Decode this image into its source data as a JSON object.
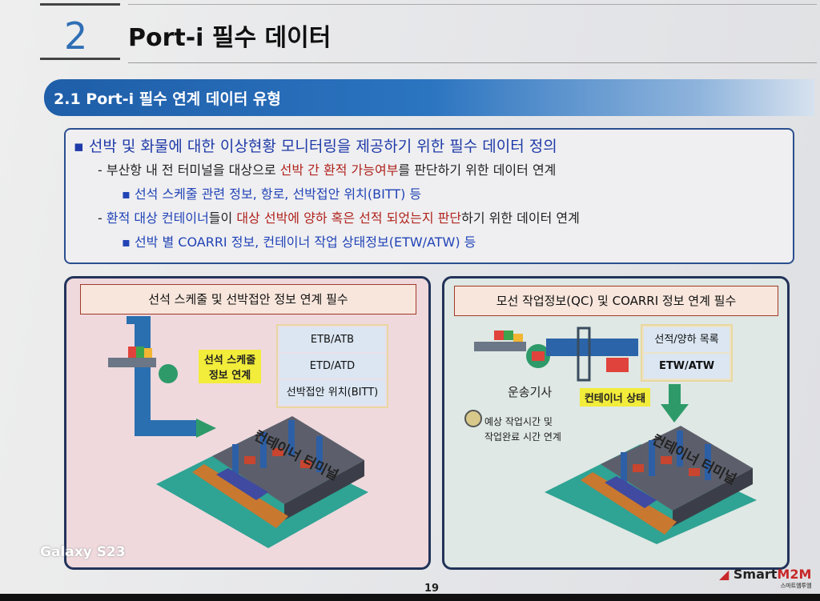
{
  "header": {
    "section_number": "2",
    "title": "Port-i 필수 데이터"
  },
  "subsection": {
    "title": "2.1 Port-i 필수 연계 데이터 유형"
  },
  "summary": {
    "main": "선박 및 화물에 대한 이상현황 모니터링을 제공하기 위한 필수 데이터 정의",
    "item1": {
      "pre": "부산항 내 전 터미널을 대상으로 ",
      "highlight": "선박 간 환적 가능여부",
      "post": "를 판단하기 위한 데이터 연계"
    },
    "item1_sub": "선석 스케줄 관련 정보, 항로, 선박접안 위치(BITT) 등",
    "item2": {
      "pre": "환적 대상 컨테이너",
      "mid": "들이 ",
      "highlight": "대상 선박에 양하 혹은 선적 되었는지 판단",
      "post": "하기 위한 데이터 연계"
    },
    "item2_sub": "선박 별 COARRI 정보, 컨테이너 작업 상태정보(ETW/ATW) 등"
  },
  "left_panel": {
    "title": "선석 스케줄 및 선박접안 정보 연계 필수",
    "label": "선석 스케줄 정보 연계",
    "rows": [
      "ETB/ATB",
      "ETD/ATD",
      "선박접안 위치(BITT)"
    ],
    "terminal": "컨테이너 터미널"
  },
  "right_panel": {
    "title": "모선 작업정보(QC) 및 COARRI 정보 연계 필수",
    "rows": [
      "선적/양하 목록",
      "ETW/ATW"
    ],
    "driver": "운송기사",
    "label": "컨테이너 상태",
    "note1": "예상 작업시간 및",
    "note2": "작업완료 시간 연계",
    "terminal": "컨테이너 터미널"
  },
  "footer": {
    "page": "19",
    "logo_a": "Smart",
    "logo_b": "M2M",
    "logo_sub": "스마트엠투엠"
  },
  "watermark": "Galaxy S23",
  "colors": {
    "accent": "#2b74c0",
    "highlight": "#b0231d",
    "label": "#f2ec3a"
  }
}
